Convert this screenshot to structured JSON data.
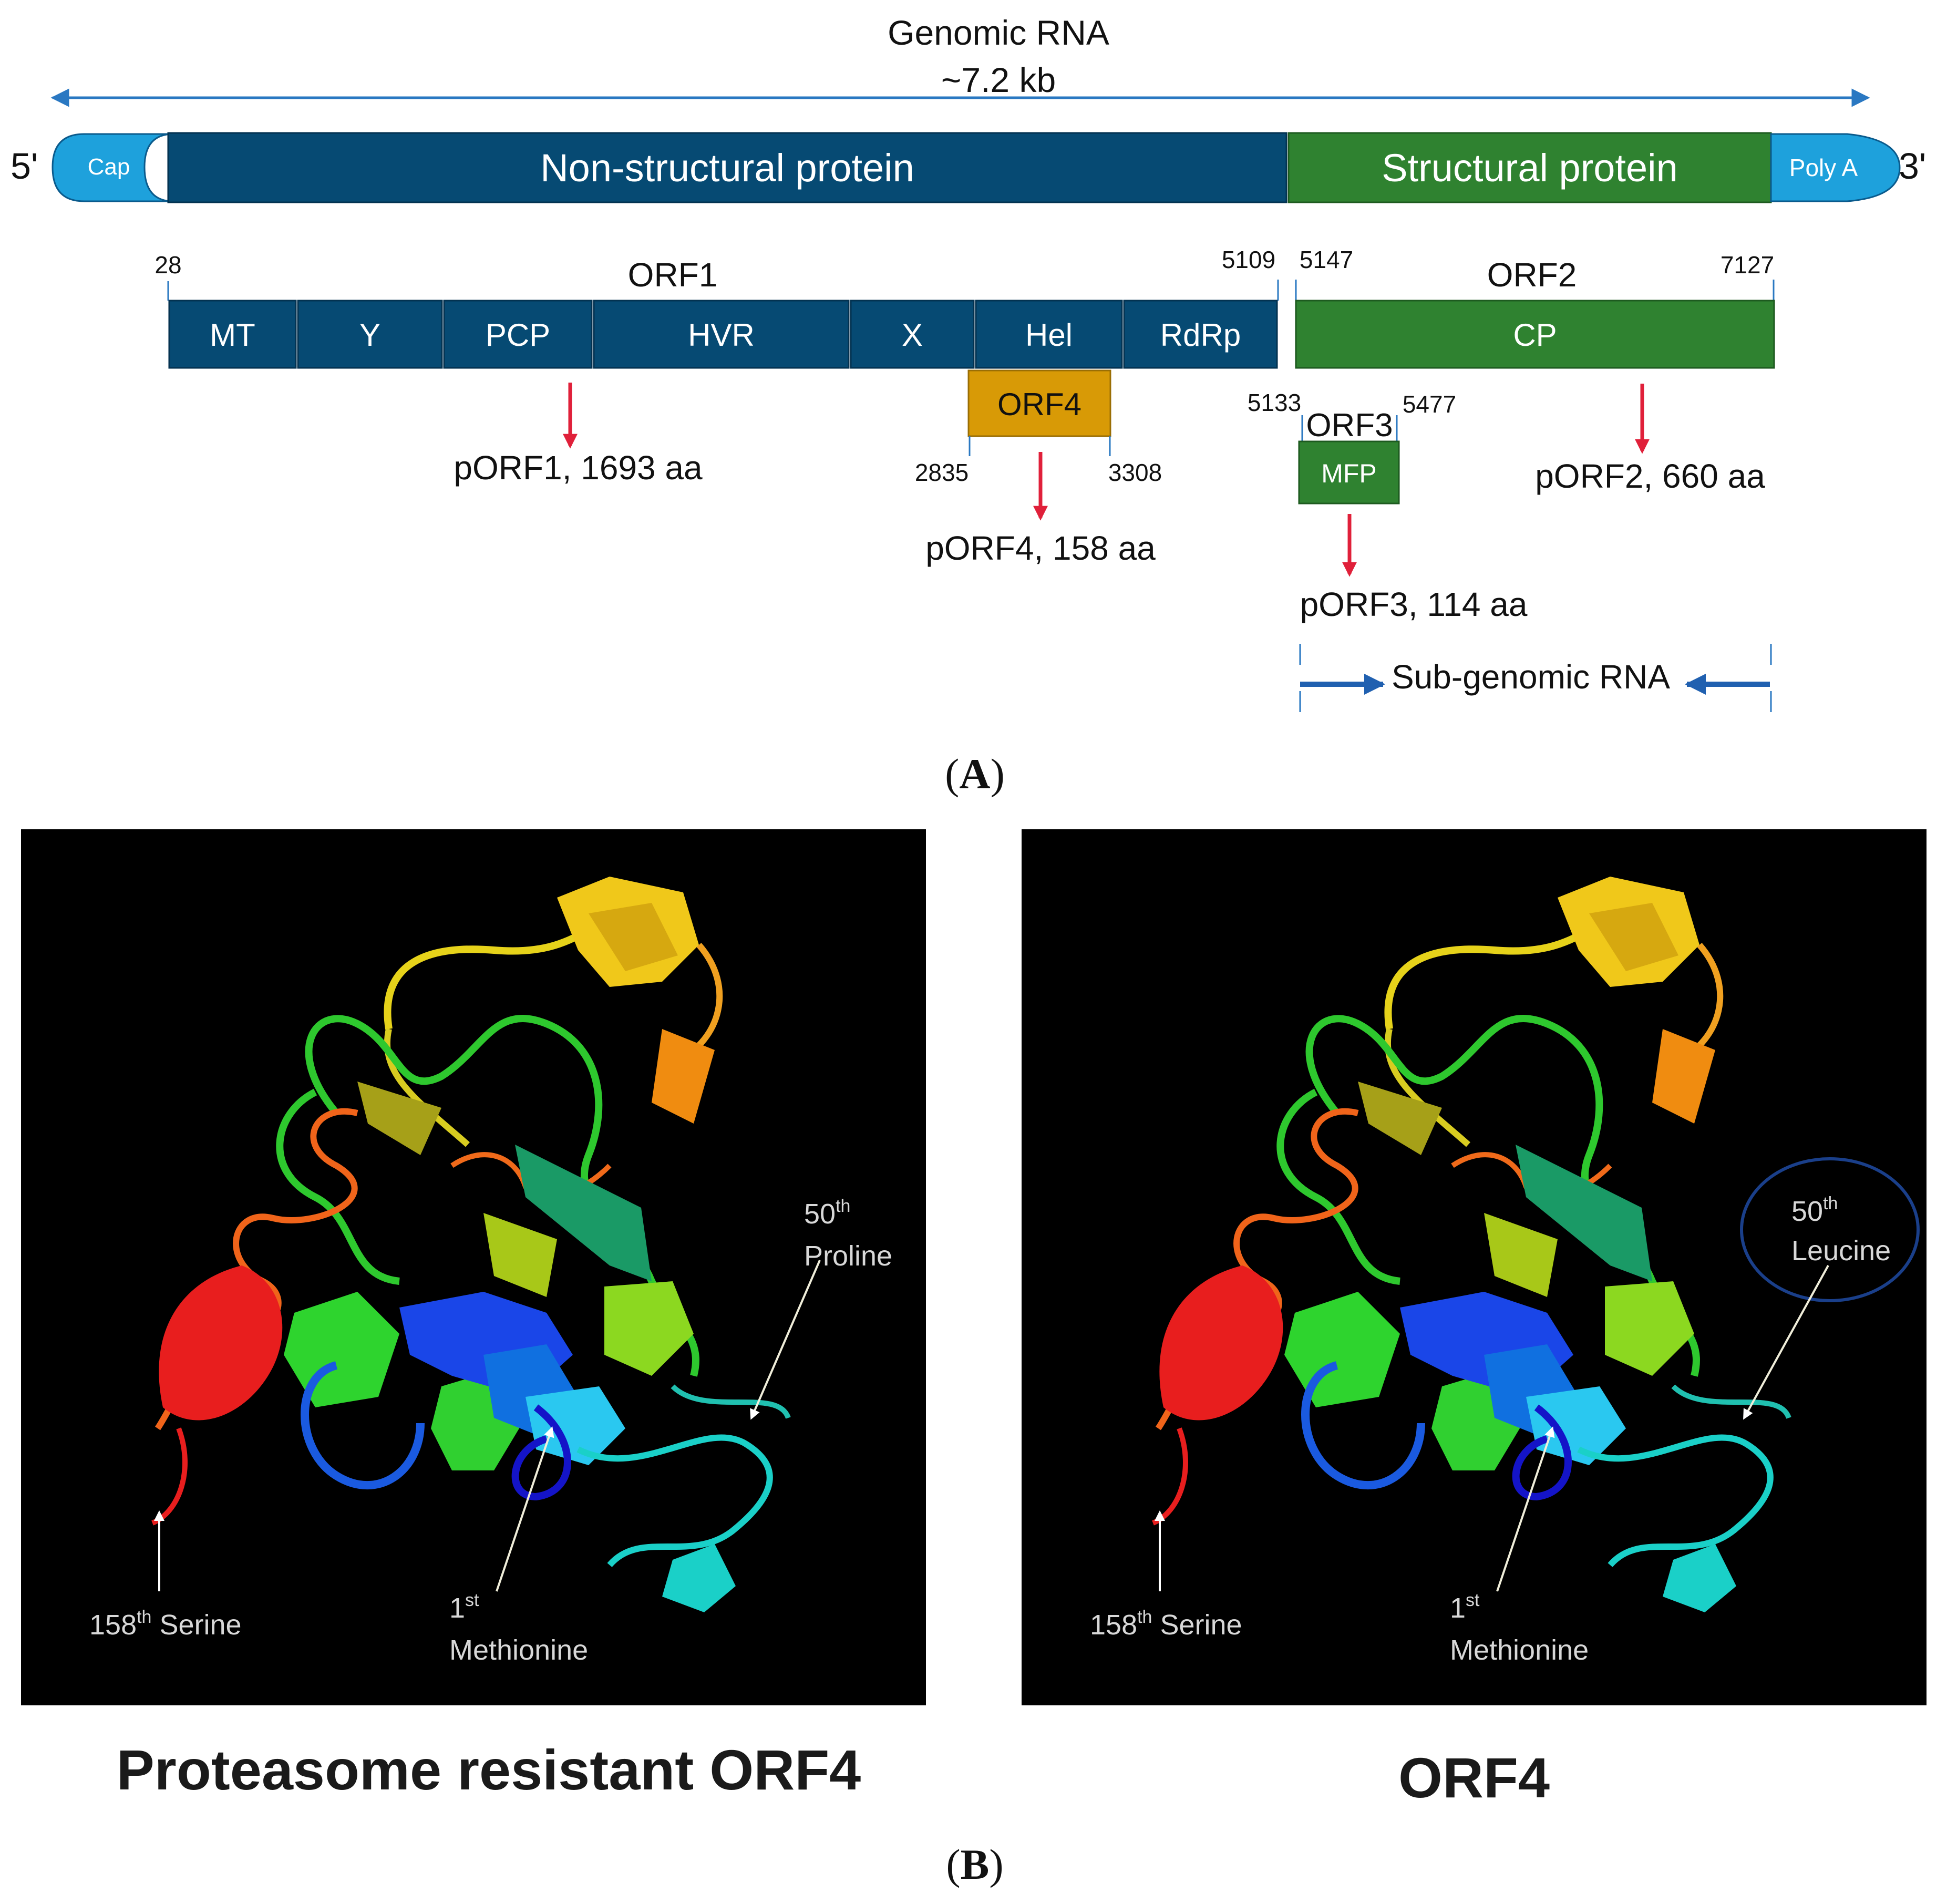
{
  "panel_a": {
    "genome": {
      "title": "Genomic RNA",
      "size": "~7.2 kb",
      "five_prime": "5'",
      "three_prime": "3'",
      "cap": "Cap",
      "nonstructural": "Non-structural protein",
      "structural": "Structural protein",
      "polya": "Poly A"
    },
    "orf1": {
      "label": "ORF1",
      "start": "28",
      "end": "5109",
      "domains": [
        "MT",
        "Y",
        "PCP",
        "HVR",
        "X",
        "Hel",
        "RdRp"
      ],
      "product": "pORF1, 1693 aa"
    },
    "orf2": {
      "label": "ORF2",
      "start": "5147",
      "end": "7127",
      "domain": "CP",
      "product": "pORF2, 660 aa"
    },
    "orf4": {
      "label": "ORF4",
      "start": "2835",
      "end": "3308",
      "product": "pORF4, 158 aa"
    },
    "orf3": {
      "label": "ORF3",
      "start": "5133",
      "end": "5477",
      "domain": "MFP",
      "product": "pORF3, 114 aa"
    },
    "subgenomic": "Sub-genomic RNA",
    "panel_label_open": "(",
    "panel_label": "A",
    "panel_label_close": ")"
  },
  "panel_b": {
    "left": {
      "caption": "Proteasome resistant ORF4",
      "annot_50": "50",
      "annot_50_sup": "th",
      "annot_50_res": "Proline",
      "annot_158": "158",
      "annot_158_sup": "th",
      "annot_158_res": " Serine",
      "annot_1": "1",
      "annot_1_sup": "st",
      "annot_1_res": "Methionine"
    },
    "right": {
      "caption": "ORF4",
      "annot_50": "50",
      "annot_50_sup": "th",
      "annot_50_res": "Leucine",
      "annot_158": "158",
      "annot_158_sup": "th",
      "annot_158_res": " Serine",
      "annot_1": "1",
      "annot_1_sup": "st",
      "annot_1_res": "Methionine"
    },
    "panel_label_open": "(",
    "panel_label": "B",
    "panel_label_close": ")"
  },
  "colors": {
    "nonstructural": "#064a73",
    "structural": "#2f8230",
    "cap": "#1ea1dc",
    "orf4": "#d89a06",
    "arrow_red": "#e0203a",
    "span_arrow": "#2a78c2"
  }
}
